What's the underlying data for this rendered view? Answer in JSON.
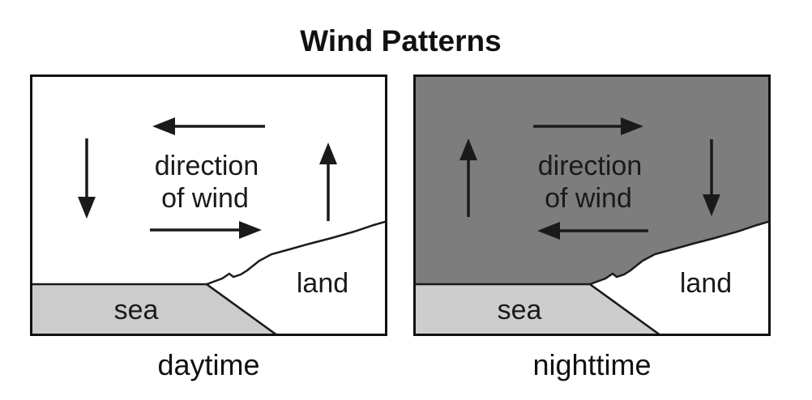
{
  "title": "Wind Patterns",
  "colors": {
    "day_sky": "#ffffff",
    "night_sky": "#7d7d7d",
    "sea_day": "#cccccc",
    "sea_night": "#cdcdcd",
    "land": "#ffffff",
    "ink": "#1a1a1a"
  },
  "panels": [
    {
      "name": "daytime",
      "caption": "daytime",
      "wind_label_line1": "direction",
      "wind_label_line2": "of wind",
      "sea_label": "sea",
      "land_label": "land",
      "wind_circulation": {
        "top_arrow": "left",
        "left_arrow": "down",
        "bottom_arrow": "right",
        "right_arrow": "up"
      }
    },
    {
      "name": "nighttime",
      "caption": "nighttime",
      "wind_label_line1": "direction",
      "wind_label_line2": "of wind",
      "sea_label": "sea",
      "land_label": "land",
      "wind_circulation": {
        "top_arrow": "right",
        "left_arrow": "up",
        "bottom_arrow": "left",
        "right_arrow": "down"
      }
    }
  ]
}
